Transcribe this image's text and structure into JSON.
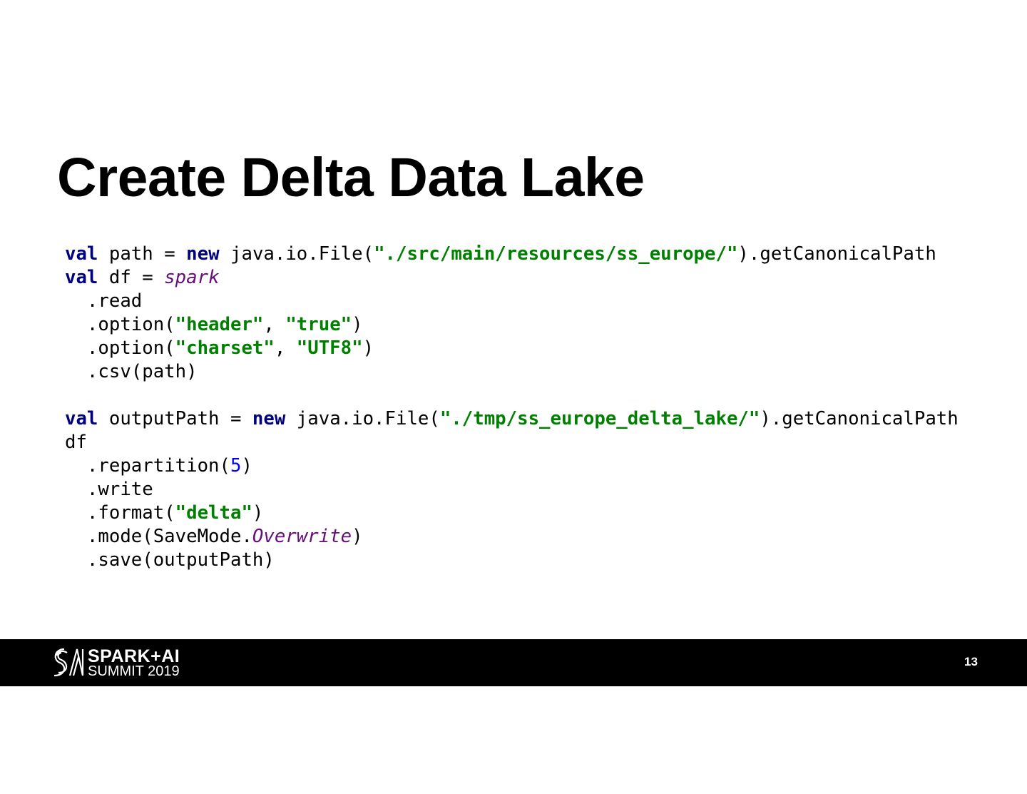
{
  "slide": {
    "title": "Create Delta Data Lake",
    "page_number": "13"
  },
  "footer": {
    "logo_line1": "SPARK+AI",
    "logo_line2": "SUMMIT 2019"
  },
  "colors": {
    "keyword": "#000080",
    "string": "#008000",
    "italic_identifier": "#660e7a",
    "number": "#0000ff",
    "footer_bg": "#000000"
  },
  "code": {
    "lines": [
      [
        {
          "t": "val",
          "k": "kw"
        },
        {
          "t": " path = "
        },
        {
          "t": "new",
          "k": "kw"
        },
        {
          "t": " java.io.File("
        },
        {
          "t": "\"./src/main/resources/ss_europe/\"",
          "k": "str"
        },
        {
          "t": ").getCanonicalPath"
        }
      ],
      [
        {
          "t": "val",
          "k": "kw"
        },
        {
          "t": " df = "
        },
        {
          "t": "spark",
          "k": "it"
        }
      ],
      [
        {
          "t": "  .read"
        }
      ],
      [
        {
          "t": "  .option("
        },
        {
          "t": "\"header\"",
          "k": "str"
        },
        {
          "t": ", "
        },
        {
          "t": "\"true\"",
          "k": "str"
        },
        {
          "t": ")"
        }
      ],
      [
        {
          "t": "  .option("
        },
        {
          "t": "\"charset\"",
          "k": "str"
        },
        {
          "t": ", "
        },
        {
          "t": "\"UTF8\"",
          "k": "str"
        },
        {
          "t": ")"
        }
      ],
      [
        {
          "t": "  .csv(path)"
        }
      ],
      [],
      [
        {
          "t": "val",
          "k": "kw"
        },
        {
          "t": " outputPath = "
        },
        {
          "t": "new",
          "k": "kw"
        },
        {
          "t": " java.io.File("
        },
        {
          "t": "\"./tmp/ss_europe_delta_lake/\"",
          "k": "str"
        },
        {
          "t": ").getCanonicalPath"
        }
      ],
      [
        {
          "t": "df"
        }
      ],
      [
        {
          "t": "  .repartition("
        },
        {
          "t": "5",
          "k": "num"
        },
        {
          "t": ")"
        }
      ],
      [
        {
          "t": "  .write"
        }
      ],
      [
        {
          "t": "  .format("
        },
        {
          "t": "\"delta\"",
          "k": "str"
        },
        {
          "t": ")"
        }
      ],
      [
        {
          "t": "  .mode(SaveMode."
        },
        {
          "t": "Overwrite",
          "k": "it"
        },
        {
          "t": ")"
        }
      ],
      [
        {
          "t": "  .save(outputPath)"
        }
      ]
    ]
  }
}
